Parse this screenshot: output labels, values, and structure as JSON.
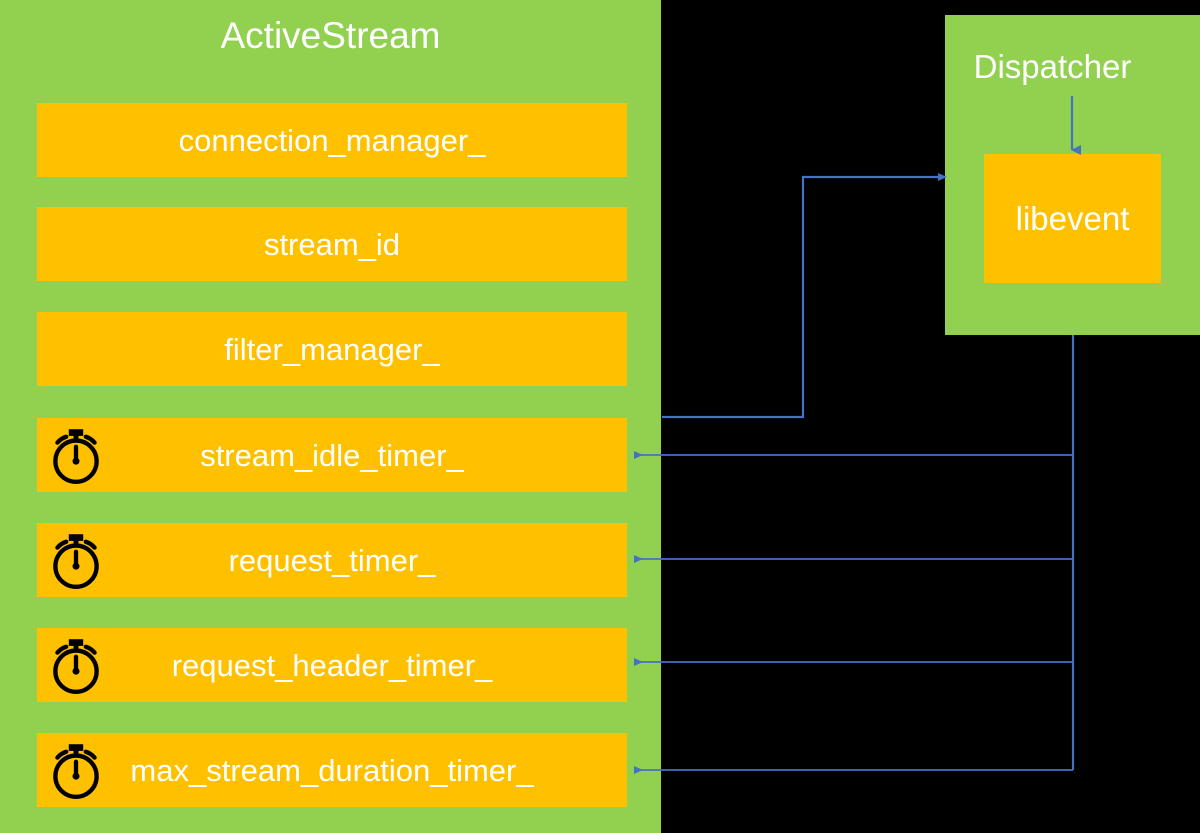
{
  "diagram": {
    "background_color": "#000000",
    "panel_color": "#92d050",
    "box_color": "#ffc000",
    "text_color": "#ffffff",
    "connector_color": "#4472c4",
    "icon_color": "#000000"
  },
  "active_stream": {
    "title": "ActiveStream",
    "fields": [
      {
        "label": "connection_manager_",
        "icon": null
      },
      {
        "label": "stream_id",
        "icon": null
      },
      {
        "label": "filter_manager_",
        "icon": null
      },
      {
        "label": "stream_idle_timer_",
        "icon": "stopwatch-icon"
      },
      {
        "label": "request_timer_",
        "icon": "stopwatch-icon"
      },
      {
        "label": "request_header_timer_",
        "icon": "stopwatch-icon"
      },
      {
        "label": "max_stream_duration_timer_",
        "icon": "stopwatch-icon"
      }
    ]
  },
  "dispatcher": {
    "title": "Dispatcher",
    "libevent_label": "libevent"
  },
  "connectors": [
    {
      "name": "active-stream-to-dispatcher",
      "direction": "right"
    },
    {
      "name": "libevent-to-stream-idle-timer",
      "direction": "left"
    },
    {
      "name": "libevent-to-request-timer",
      "direction": "left"
    },
    {
      "name": "libevent-to-request-header-timer",
      "direction": "left"
    },
    {
      "name": "libevent-to-max-stream-duration-timer",
      "direction": "left"
    },
    {
      "name": "dispatcher-to-libevent",
      "direction": "down"
    }
  ]
}
